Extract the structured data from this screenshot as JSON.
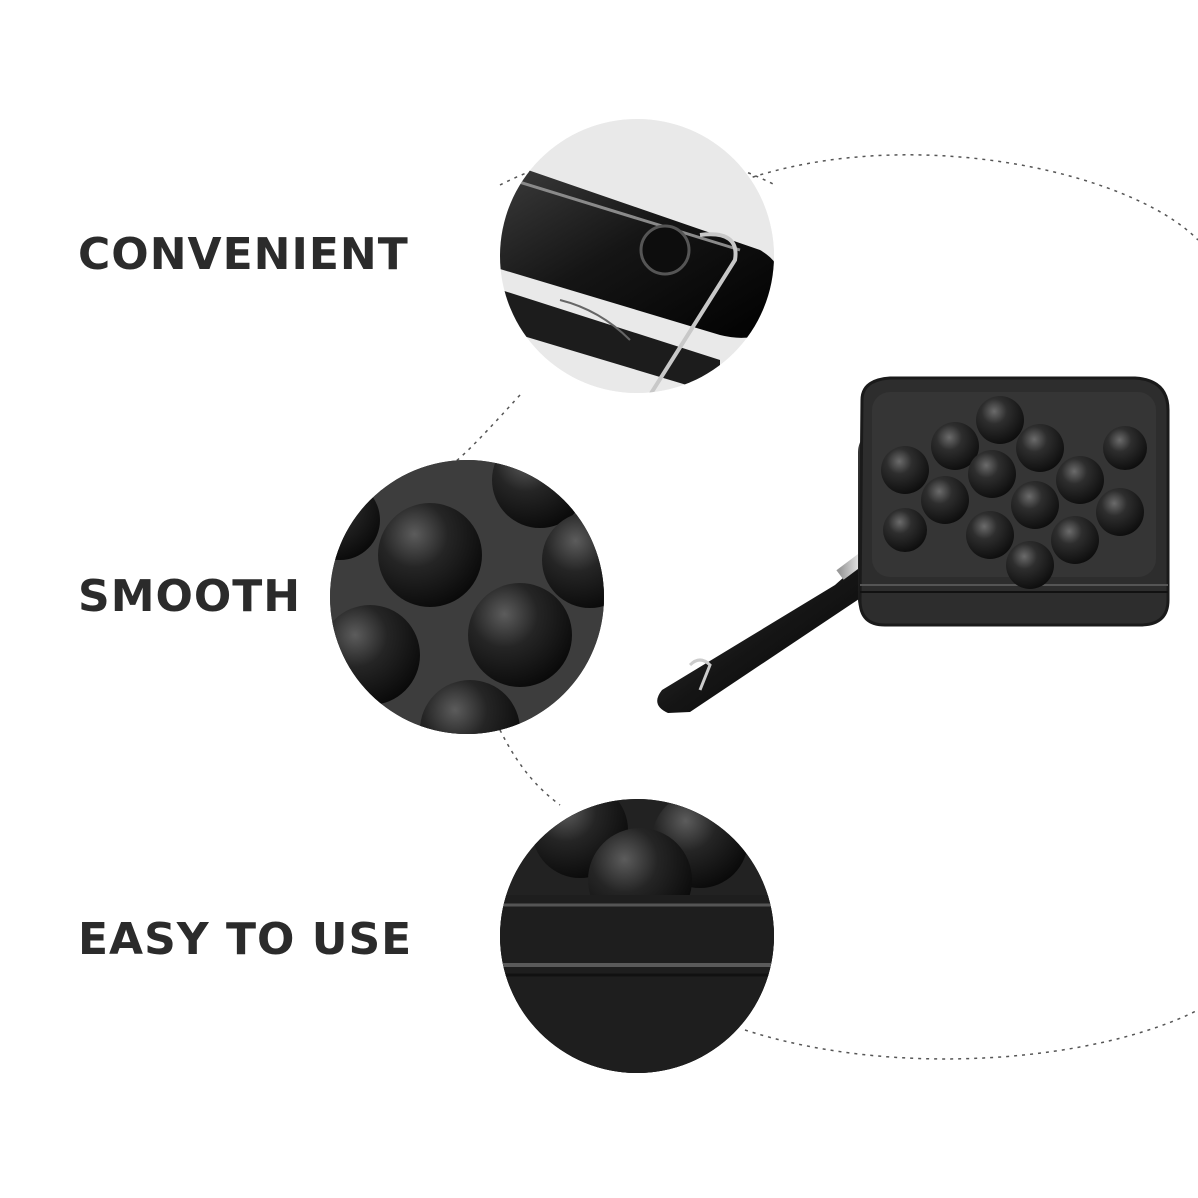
{
  "features": [
    {
      "label": "CONVENIENT",
      "detail": "folding-handle-closeup"
    },
    {
      "label": "SMOOTH",
      "detail": "nonstick-cavities-closeup"
    },
    {
      "label": "EASY TO USE",
      "detail": "pan-edge-closeup"
    }
  ],
  "product": {
    "icon": "takoyaki-pan-icon",
    "cavities": 14
  },
  "colors": {
    "background": "#ffffff",
    "text": "#2b2b2b",
    "pan": "#2a2a2a",
    "dashed_line": "#555555"
  }
}
